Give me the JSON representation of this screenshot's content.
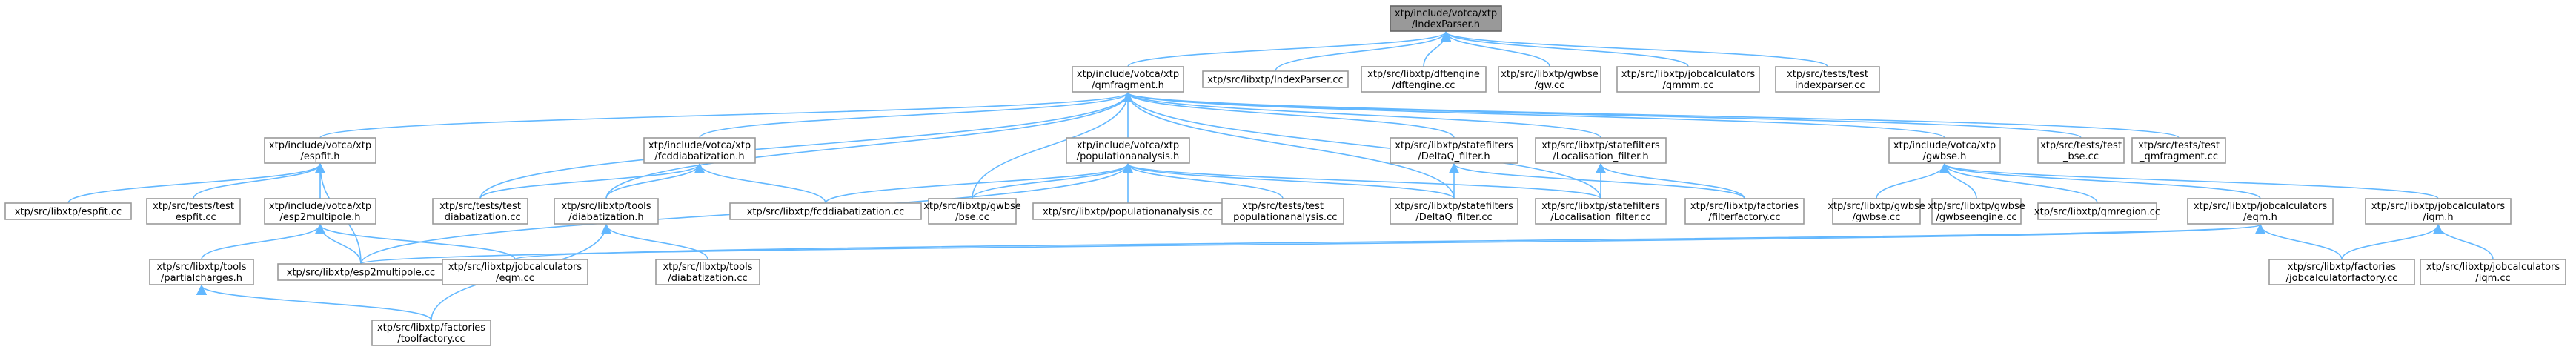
{
  "graph": {
    "edge_color": "#63b8ff",
    "root_fill": "#999999",
    "nodes": [
      {
        "id": "indexparser_h",
        "lines": [
          "xtp/include/votca/xtp",
          "/IndexParser.h"
        ],
        "root": true
      },
      {
        "id": "qmfragment_h",
        "lines": [
          "xtp/include/votca/xtp",
          "/qmfragment.h"
        ]
      },
      {
        "id": "indexparser_cc",
        "lines": [
          "xtp/src/libxtp/IndexParser.cc"
        ]
      },
      {
        "id": "dftengine_cc",
        "lines": [
          "xtp/src/libxtp/dftengine",
          "/dftengine.cc"
        ]
      },
      {
        "id": "gw_cc",
        "lines": [
          "xtp/src/libxtp/gwbse",
          "/gw.cc"
        ]
      },
      {
        "id": "qmmm_cc",
        "lines": [
          "xtp/src/libxtp/jobcalculators",
          "/qmmm.cc"
        ]
      },
      {
        "id": "test_indexparser_cc",
        "lines": [
          "xtp/src/tests/test",
          "_indexparser.cc"
        ]
      },
      {
        "id": "espfit_h",
        "lines": [
          "xtp/include/votca/xtp",
          "/espfit.h"
        ]
      },
      {
        "id": "fcddiabatization_h",
        "lines": [
          "xtp/include/votca/xtp",
          "/fcddiabatization.h"
        ]
      },
      {
        "id": "populationanalysis_h",
        "lines": [
          "xtp/include/votca/xtp",
          "/populationanalysis.h"
        ]
      },
      {
        "id": "deltaq_filter_h",
        "lines": [
          "xtp/src/libxtp/statefilters",
          "/DeltaQ_filter.h"
        ]
      },
      {
        "id": "localisation_filter_h",
        "lines": [
          "xtp/src/libxtp/statefilters",
          "/Localisation_filter.h"
        ]
      },
      {
        "id": "gwbse_h",
        "lines": [
          "xtp/include/votca/xtp",
          "/gwbse.h"
        ]
      },
      {
        "id": "test_bse_cc",
        "lines": [
          "xtp/src/tests/test",
          "_bse.cc"
        ]
      },
      {
        "id": "test_qmfragment_cc",
        "lines": [
          "xtp/src/tests/test",
          "_qmfragment.cc"
        ]
      },
      {
        "id": "espfit_cc",
        "lines": [
          "xtp/src/libxtp/espfit.cc"
        ]
      },
      {
        "id": "test_espfit_cc",
        "lines": [
          "xtp/src/tests/test",
          "_espfit.cc"
        ]
      },
      {
        "id": "esp2multipole_h",
        "lines": [
          "xtp/include/votca/xtp",
          "/esp2multipole.h"
        ]
      },
      {
        "id": "test_diabatization_cc",
        "lines": [
          "xtp/src/tests/test",
          "_diabatization.cc"
        ]
      },
      {
        "id": "tools_diabatization_h",
        "lines": [
          "xtp/src/libxtp/tools",
          "/diabatization.h"
        ]
      },
      {
        "id": "fcddiabatization_cc",
        "lines": [
          "xtp/src/libxtp/fcddiabatization.cc"
        ]
      },
      {
        "id": "bse_cc",
        "lines": [
          "xtp/src/libxtp/gwbse",
          "/bse.cc"
        ]
      },
      {
        "id": "populationanalysis_cc",
        "lines": [
          "xtp/src/libxtp/populationanalysis.cc"
        ]
      },
      {
        "id": "test_populationanalysis_cc",
        "lines": [
          "xtp/src/tests/test",
          "_populationanalysis.cc"
        ]
      },
      {
        "id": "deltaq_filter_cc",
        "lines": [
          "xtp/src/libxtp/statefilters",
          "/DeltaQ_filter.cc"
        ]
      },
      {
        "id": "localisation_filter_cc",
        "lines": [
          "xtp/src/libxtp/statefilters",
          "/Localisation_filter.cc"
        ]
      },
      {
        "id": "filterfactory_cc",
        "lines": [
          "xtp/src/libxtp/factories",
          "/filterfactory.cc"
        ]
      },
      {
        "id": "gwbse_cc",
        "lines": [
          "xtp/src/libxtp/gwbse",
          "/gwbse.cc"
        ]
      },
      {
        "id": "gwbseengine_cc",
        "lines": [
          "xtp/src/libxtp/gwbse",
          "/gwbseengine.cc"
        ]
      },
      {
        "id": "qmregion_cc",
        "lines": [
          "xtp/src/libxtp/qmregion.cc"
        ]
      },
      {
        "id": "eqm_h",
        "lines": [
          "xtp/src/libxtp/jobcalculators",
          "/eqm.h"
        ]
      },
      {
        "id": "iqm_h",
        "lines": [
          "xtp/src/libxtp/jobcalculators",
          "/iqm.h"
        ]
      },
      {
        "id": "partialcharges_h",
        "lines": [
          "xtp/src/libxtp/tools",
          "/partialcharges.h"
        ]
      },
      {
        "id": "esp2multipole_cc",
        "lines": [
          "xtp/src/libxtp/esp2multipole.cc"
        ]
      },
      {
        "id": "eqm_cc",
        "lines": [
          "xtp/src/libxtp/jobcalculators",
          "/eqm.cc"
        ]
      },
      {
        "id": "diabatization_cc",
        "lines": [
          "xtp/src/libxtp/tools",
          "/diabatization.cc"
        ]
      },
      {
        "id": "jobcalculatorfactory_cc",
        "lines": [
          "xtp/src/libxtp/factories",
          "/jobcalculatorfactory.cc"
        ]
      },
      {
        "id": "iqm_cc",
        "lines": [
          "xtp/src/libxtp/jobcalculators",
          "/iqm.cc"
        ]
      },
      {
        "id": "toolfactory_cc",
        "lines": [
          "xtp/src/libxtp/factories",
          "/toolfactory.cc"
        ]
      }
    ],
    "edges": [
      [
        "qmfragment_h",
        "indexparser_h"
      ],
      [
        "indexparser_cc",
        "indexparser_h"
      ],
      [
        "dftengine_cc",
        "indexparser_h"
      ],
      [
        "gw_cc",
        "indexparser_h"
      ],
      [
        "qmmm_cc",
        "indexparser_h"
      ],
      [
        "test_indexparser_cc",
        "indexparser_h"
      ],
      [
        "espfit_h",
        "qmfragment_h"
      ],
      [
        "fcddiabatization_h",
        "qmfragment_h"
      ],
      [
        "populationanalysis_h",
        "qmfragment_h"
      ],
      [
        "deltaq_filter_h",
        "qmfragment_h"
      ],
      [
        "localisation_filter_h",
        "qmfragment_h"
      ],
      [
        "gwbse_h",
        "qmfragment_h"
      ],
      [
        "test_bse_cc",
        "qmfragment_h"
      ],
      [
        "test_qmfragment_cc",
        "qmfragment_h"
      ],
      [
        "test_diabatization_cc",
        "qmfragment_h"
      ],
      [
        "tools_diabatization_h",
        "qmfragment_h"
      ],
      [
        "bse_cc",
        "qmfragment_h"
      ],
      [
        "deltaq_filter_cc",
        "qmfragment_h"
      ],
      [
        "localisation_filter_cc",
        "qmfragment_h"
      ],
      [
        "espfit_cc",
        "espfit_h"
      ],
      [
        "test_espfit_cc",
        "espfit_h"
      ],
      [
        "esp2multipole_h",
        "espfit_h"
      ],
      [
        "esp2multipole_cc",
        "espfit_h"
      ],
      [
        "partialcharges_h",
        "esp2multipole_h"
      ],
      [
        "esp2multipole_cc",
        "esp2multipole_h"
      ],
      [
        "eqm_cc",
        "esp2multipole_h"
      ],
      [
        "test_diabatization_cc",
        "fcddiabatization_h"
      ],
      [
        "tools_diabatization_h",
        "fcddiabatization_h"
      ],
      [
        "fcddiabatization_cc",
        "fcddiabatization_h"
      ],
      [
        "fcddiabatization_cc",
        "populationanalysis_h"
      ],
      [
        "bse_cc",
        "populationanalysis_h"
      ],
      [
        "populationanalysis_cc",
        "populationanalysis_h"
      ],
      [
        "test_populationanalysis_cc",
        "populationanalysis_h"
      ],
      [
        "deltaq_filter_cc",
        "populationanalysis_h"
      ],
      [
        "localisation_filter_cc",
        "populationanalysis_h"
      ],
      [
        "esp2multipole_cc",
        "populationanalysis_h"
      ],
      [
        "deltaq_filter_cc",
        "deltaq_filter_h"
      ],
      [
        "filterfactory_cc",
        "deltaq_filter_h"
      ],
      [
        "localisation_filter_cc",
        "localisation_filter_h"
      ],
      [
        "filterfactory_cc",
        "localisation_filter_h"
      ],
      [
        "gwbse_cc",
        "gwbse_h"
      ],
      [
        "gwbseengine_cc",
        "gwbse_h"
      ],
      [
        "qmregion_cc",
        "gwbse_h"
      ],
      [
        "eqm_h",
        "gwbse_h"
      ],
      [
        "iqm_h",
        "gwbse_h"
      ],
      [
        "esp2multipole_cc",
        "eqm_h"
      ],
      [
        "jobcalculatorfactory_cc",
        "eqm_h"
      ],
      [
        "eqm_cc",
        "eqm_h"
      ],
      [
        "jobcalculatorfactory_cc",
        "iqm_h"
      ],
      [
        "iqm_cc",
        "iqm_h"
      ],
      [
        "toolfactory_cc",
        "partialcharges_h"
      ],
      [
        "diabatization_cc",
        "tools_diabatization_h"
      ],
      [
        "toolfactory_cc",
        "tools_diabatization_h"
      ]
    ]
  }
}
